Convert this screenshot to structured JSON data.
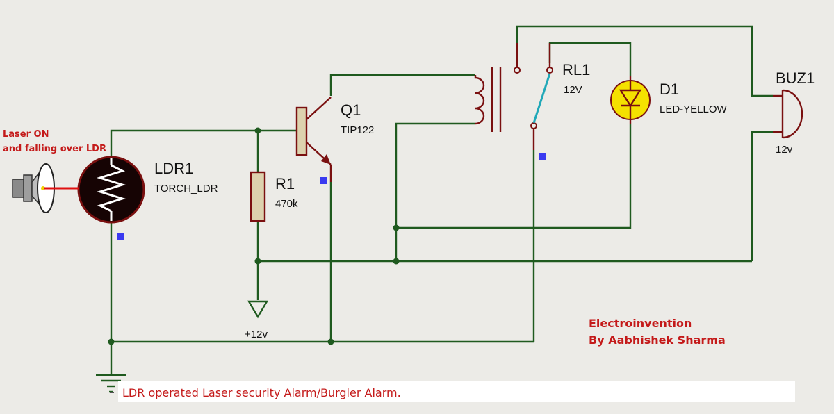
{
  "components": {
    "ldr": {
      "ref": "LDR1",
      "value": "TORCH_LDR"
    },
    "resistor": {
      "ref": "R1",
      "value": "470k"
    },
    "transistor": {
      "ref": "Q1",
      "value": "TIP122"
    },
    "relay": {
      "ref": "RL1",
      "value": "12V"
    },
    "led": {
      "ref": "D1",
      "value": "LED-YELLOW"
    },
    "buzzer": {
      "ref": "BUZ1",
      "value": "12v"
    }
  },
  "supply_label": "+12v",
  "laser_note": {
    "line1": "Laser ON",
    "line2": "and falling over LDR"
  },
  "credit": {
    "line1": "Electroinvention",
    "line2": "By Aabhishek Sharma"
  },
  "caption": "LDR operated Laser security Alarm/Burgler Alarm.",
  "colors": {
    "wire": "#1f5a1f",
    "component": "#7a1010",
    "led_fill": "#f5e100",
    "pin_marker": "#3a3af0",
    "annotation": "#c41a1a",
    "background": "#ecebe7"
  }
}
